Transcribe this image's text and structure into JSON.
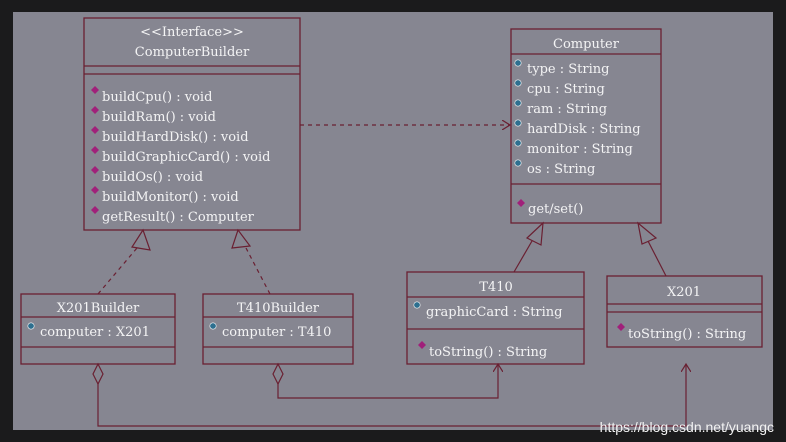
{
  "diagram": {
    "classes": {
      "computer_builder": {
        "stereotype": "<<Interface>>",
        "name": "ComputerBuilder",
        "attributes": [],
        "methods": [
          "buildCpu() : void",
          "buildRam() : void",
          "buildHardDisk() : void",
          "buildGraphicCard() : void",
          "buildOs() : void",
          "buildMonitor() : void",
          "getResult() : Computer"
        ]
      },
      "computer": {
        "name": "Computer",
        "attributes": [
          "type : String",
          "cpu : String",
          "ram : String",
          "hardDisk : String",
          "monitor : String",
          "os : String"
        ],
        "methods": [
          "get/set()"
        ]
      },
      "t410": {
        "name": "T410",
        "attributes": [
          "graphicCard : String"
        ],
        "methods": [
          "toString() : String"
        ]
      },
      "x201": {
        "name": "X201",
        "attributes": [],
        "methods": [
          "toString() : String"
        ]
      },
      "x201_builder": {
        "name": "X201Builder",
        "attributes": [
          "computer : X201"
        ],
        "methods": []
      },
      "t410_builder": {
        "name": "T410Builder",
        "attributes": [
          "computer : T410"
        ],
        "methods": []
      }
    },
    "colors": {
      "background": "#868691",
      "border": "#6a2032",
      "text": "#f4f4f5",
      "method_icon": "#a0207a",
      "attribute_icon": "#2d6f8f"
    }
  },
  "watermark": "https://blog.csdn.net/yuangc"
}
